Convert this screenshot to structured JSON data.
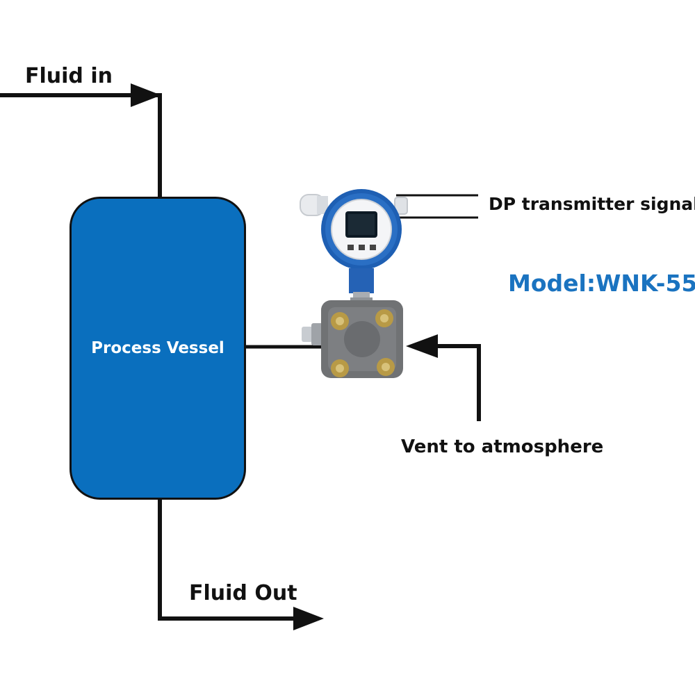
{
  "labels": {
    "fluid_in": "Fluid in",
    "fluid_out": "Fluid Out",
    "vessel": "Process Vessel",
    "dp_signal": "DP transmitter signal",
    "vent": "Vent to atmosphere",
    "model": "Model:WNK-55"
  },
  "colors": {
    "vessel_fill": "#0a6fbe",
    "model_text": "#1a73c0",
    "line": "#111111",
    "transmitter_blue": "#1e5fb3",
    "transmitter_body": "#707274",
    "bolt": "#b89a46"
  },
  "icons": {
    "transmitter": "differential-pressure-transmitter-icon"
  }
}
